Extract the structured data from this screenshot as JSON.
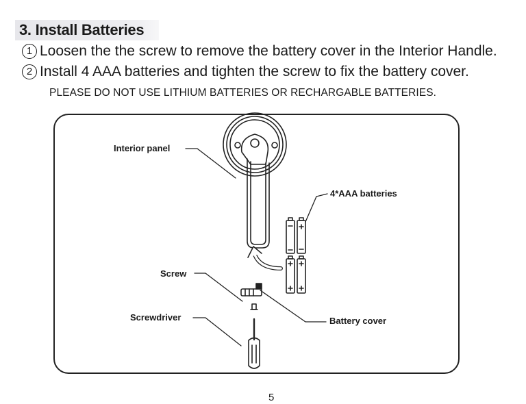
{
  "section": {
    "number": "3.",
    "title": "Install Batteries"
  },
  "steps": [
    {
      "marker": "1",
      "text": "Loosen the the screw to remove the battery cover in the Interior Handle."
    },
    {
      "marker": "2",
      "text": "Install 4 AAA batteries and tighten the screw to fix the battery cover."
    }
  ],
  "warning": "PLEASE DO NOT USE LITHIUM BATTERIES OR RECHARGABLE BATTERIES.",
  "diagram": {
    "labels": {
      "interior_panel": "Interior panel",
      "batteries": "4*AAA batteries",
      "screw": "Screw",
      "screwdriver": "Screwdriver",
      "battery_cover": "Battery cover"
    },
    "polarity_mark": "+"
  },
  "page_number": "5"
}
